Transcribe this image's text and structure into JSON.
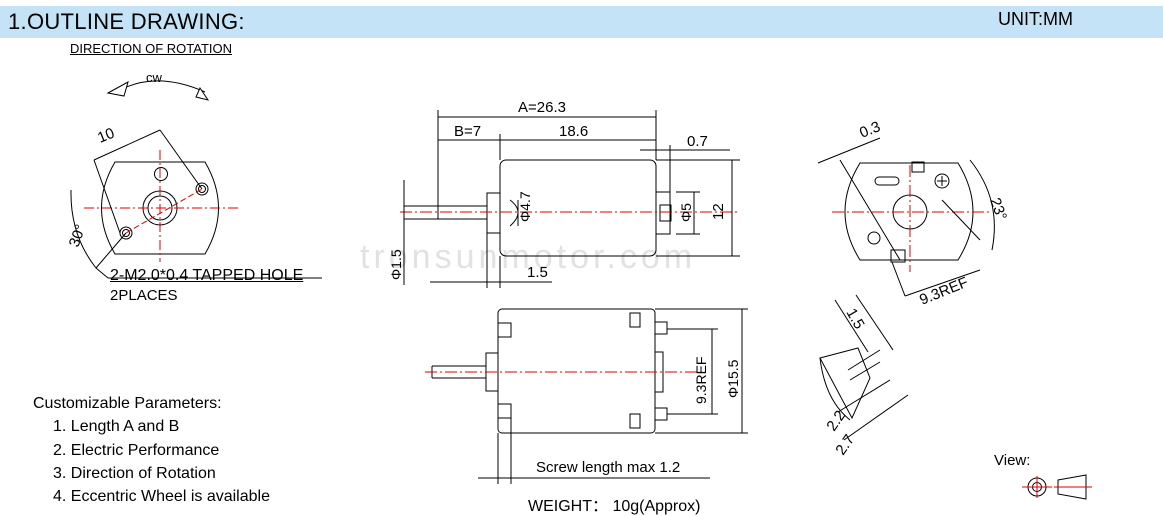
{
  "header": {
    "title": "1.OUTLINE DRAWING:",
    "unit": "UNIT:MM"
  },
  "front_view": {
    "rotation_title": "DIRECTION OF ROTATION",
    "rotation_dir": "cw",
    "dim_hole_spacing": "10",
    "dim_angle": "30°",
    "hole_note_line1": "2-M2.0*0.4 TAPPED HOLE",
    "hole_note_line2": "2PLACES"
  },
  "side_view": {
    "dim_a": "A=26.3",
    "dim_b": "B=7",
    "dim_body": "18.6",
    "dim_end": "0.7",
    "dim_boss": "Φ4.7",
    "dim_end_boss": "Φ5",
    "dim_height": "12",
    "dim_shaft": "Φ1.5",
    "dim_shaft_step": "1.5"
  },
  "bottom_view": {
    "dim_ref": "9.3REF",
    "dim_dia": "Φ15.5",
    "screw_note": "Screw length max 1.2",
    "weight": "WEIGHT： 10g(Approx)"
  },
  "rear_view": {
    "dim_thickness": "0.3",
    "dim_angle": "23°",
    "dim_ref": "9.3REF"
  },
  "terminal_detail": {
    "dim_a": "1.5",
    "dim_b": "2.2",
    "dim_c": "2.7"
  },
  "watermark": "tronsunmotor.com",
  "params": {
    "title": "Customizable Parameters:",
    "items": [
      "1. Length A and B",
      "2. Electric Performance",
      "3. Direction of Rotation",
      "4. Eccentric Wheel is available"
    ]
  },
  "view_label": "View:"
}
